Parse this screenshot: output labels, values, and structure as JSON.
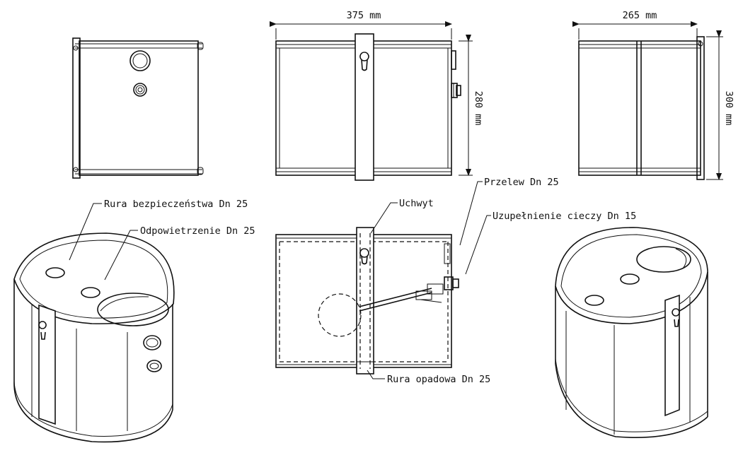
{
  "dimensions": {
    "width": "375 mm",
    "height_front": "280 mm",
    "depth": "265 mm",
    "height_side": "300 mm"
  },
  "labels": {
    "safety_pipe": "Rura bezpieczeństwa Dn 25",
    "vent": "Odpowietrzenie Dn 25",
    "handle": "Uchwyt",
    "overflow": "Przelew Dn 25",
    "refill": "Uzupełnienie cieczy Dn 15",
    "downpipe": "Rura opadowa Dn 25"
  }
}
